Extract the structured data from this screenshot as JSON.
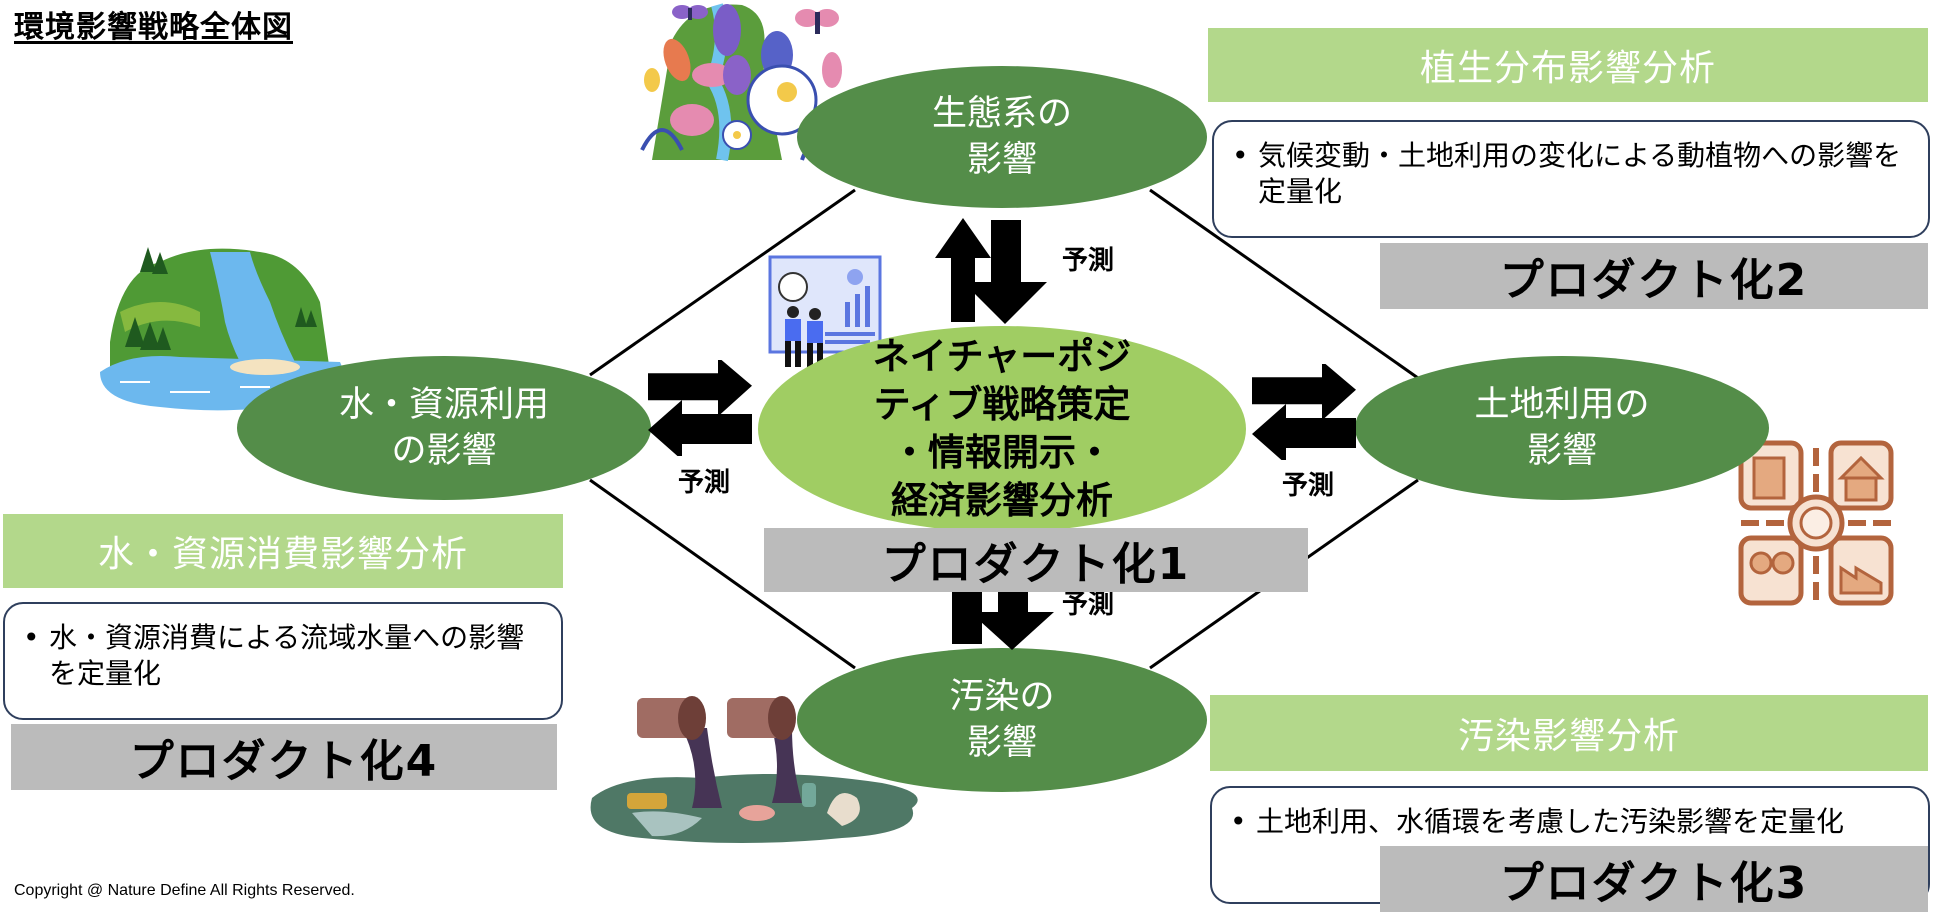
{
  "title": "環境影響戦略全体図",
  "colors": {
    "impact_ellipse": "#548d49",
    "center_ellipse": "#a0cd63",
    "analysis_header": "#b3d88b",
    "product_box": "#bbbbbb",
    "desc_border": "#2f3f5d"
  },
  "center": {
    "label": "ネイチャーポジ\nティブ戦略策定\n・情報開示・\n経済影響分析",
    "icon": "business-analysis-illustration"
  },
  "impacts": {
    "ecosystem": {
      "label": "生態系の\n影響",
      "icon": "flowers-butterflies-illustration"
    },
    "water": {
      "label": "水・資源利用\nの影響",
      "icon": "waterfall-illustration"
    },
    "land": {
      "label": "土地利用の\n影響",
      "icon": "land-use-map-icon"
    },
    "pollution": {
      "label": "汚染の\n影響",
      "icon": "polluted-pipes-illustration"
    }
  },
  "arrows": {
    "label": "予測",
    "items": [
      {
        "between": [
          "center",
          "ecosystem"
        ],
        "label": "予測"
      },
      {
        "between": [
          "center",
          "water"
        ],
        "label": "予測"
      },
      {
        "between": [
          "center",
          "land"
        ],
        "label": "予測"
      },
      {
        "between": [
          "center",
          "pollution"
        ],
        "label": "予測"
      }
    ]
  },
  "analyses": {
    "vegetation": {
      "header": "植生分布影響分析",
      "bullet": "•",
      "description": "気候変動・土地利用の変化による動植物への影響を定量化",
      "product": "プロダクト化2"
    },
    "water": {
      "header": "水・資源消費影響分析",
      "bullet": "•",
      "description": "水・資源消費による流域水量への影響を定量化",
      "product": "プロダクト化4"
    },
    "pollution": {
      "header": "汚染影響分析",
      "bullet": "•",
      "description": "土地利用、水循環を考慮した汚染影響を定量化",
      "product": "プロダクト化3"
    },
    "center": {
      "product": "プロダクト化1"
    }
  },
  "copyright": "Copyright @ Nature Define All Rights Reserved."
}
